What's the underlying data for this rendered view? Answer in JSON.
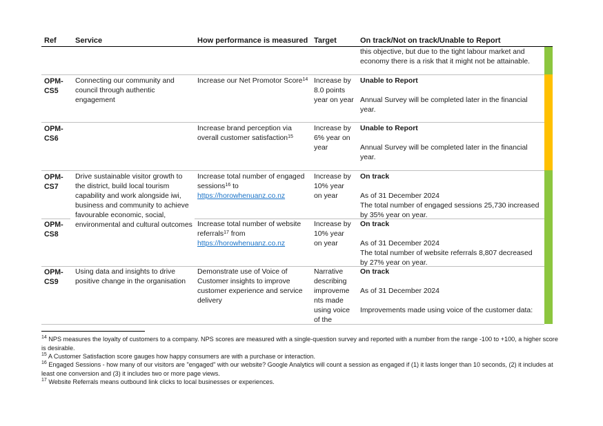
{
  "headers": {
    "ref": "Ref",
    "service": "Service",
    "measure": "How performance is measured",
    "target": "Target",
    "status": "On track/Not on track/Unable to Report"
  },
  "colors": {
    "green": "#8cc63f",
    "amber": "#ffc000"
  },
  "continued": {
    "status_text": "this objective, but due to the tight labour market and economy there is a risk that it might not be attainable."
  },
  "rows": {
    "cs5": {
      "ref": "OPM-CS5",
      "service": "Connecting our community and council through authentic engagement",
      "measure": "Increase our Net Promotor Score",
      "measure_sup": "14",
      "target": "Increase by 8.0 points year on year",
      "status_title": "Unable to Report",
      "status_text": "Annual Survey will be completed later in the financial year."
    },
    "cs6": {
      "ref": "OPM-CS6",
      "measure": "Increase brand perception via overall customer satisfaction",
      "measure_sup": "15",
      "target": "Increase by 6% year on year",
      "status_title": "Unable to Report",
      "status_text": "Annual Survey will be completed later in the financial year."
    },
    "cs7": {
      "ref": "OPM-CS7",
      "service": "Drive sustainable visitor growth to the district, build local tourism capability and work alongside iwi, business and community to achieve favourable economic, social, environmental and cultural outcomes",
      "measure_a": "Increase total number of engaged sessions",
      "measure_sup": "16",
      "measure_b": " to",
      "measure_link": "https://horowhenuanz.co.nz",
      "target": "Increase by 10% year on year",
      "status_title": "On track",
      "status_date": "As of 31 December 2024",
      "status_text": "The total number of engaged sessions 25,730 increased by 35% year on year."
    },
    "cs8": {
      "ref": "OPM-CS8",
      "measure_a": "Increase total number of website referrals",
      "measure_sup": "17",
      "measure_b": " from",
      "measure_link": "https://horowhenuanz.co.nz",
      "target": "Increase by 10% year on year",
      "status_title": "On track",
      "status_date": "As of 31 December 2024",
      "status_text": "The total number of website referrals 8,807 decreased by 27% year on year."
    },
    "cs9": {
      "ref": "OPM-CS9",
      "service": "Using data and insights to drive positive change in the organisation",
      "measure": "Demonstrate use of Voice of Customer insights to improve customer experience and service delivery",
      "target": "Narrative describing improveme nts made using voice of the",
      "status_title": "On track",
      "status_date": "As of 31 December 2024",
      "status_text": "Improvements made using voice of the customer data:"
    }
  },
  "footnotes": [
    {
      "num": "14",
      "text": " NPS measures the loyalty of customers to a company. NPS scores are measured with a single-question survey and reported with a number from the range -100 to +100, a higher score is desirable."
    },
    {
      "num": "15",
      "text": " A Customer Satisfaction score gauges how happy consumers are with a purchase or interaction."
    },
    {
      "num": "16",
      "text": " Engaged Sessions - how many of our visitors are \"engaged\" with our website? Google Analytics will count a session as engaged if (1) it lasts longer than 10 seconds, (2) it includes at least one conversion and (3) it includes two or more page views."
    },
    {
      "num": "17",
      "text": " Website Referrals means outbound link clicks to local businesses or experiences."
    }
  ]
}
